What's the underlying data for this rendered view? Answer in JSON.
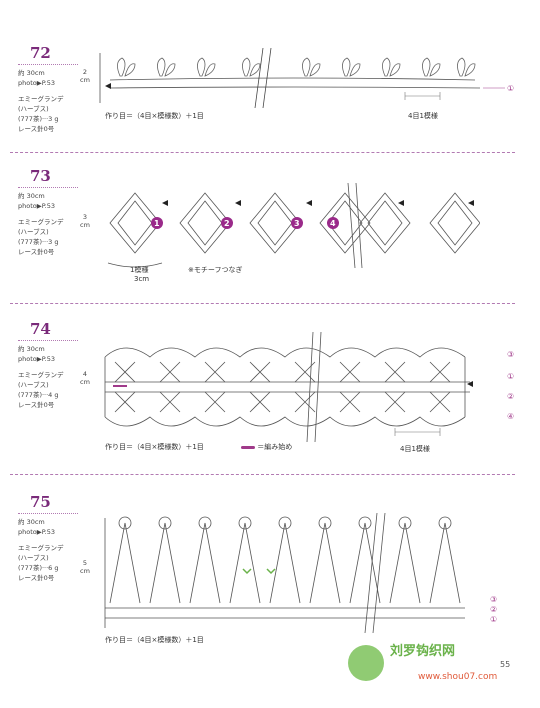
{
  "patterns": [
    {
      "number": "72",
      "length": "約 30cm",
      "photo": "photo▶P.53",
      "yarn": "エミーグランデ",
      "yarn_type": "(ハーブス)",
      "color": "(777茶)···3 g",
      "hook": "レース針0号",
      "height": "2 cm",
      "caption_start": "作り目＝（4目×模様数）＋1目",
      "caption_repeat": "4目1模様",
      "rows": [
        "①"
      ]
    },
    {
      "number": "73",
      "length": "約 30cm",
      "photo": "photo▶P.53",
      "yarn": "エミーグランデ",
      "yarn_type": "(ハーブス)",
      "color": "(777茶)···3 g",
      "hook": "レース針0号",
      "height": "3 cm",
      "caption_repeat": "1模様",
      "caption_repeat_size": "3cm",
      "caption_note": "※モチーフつなぎ",
      "motifs": [
        "1",
        "2",
        "3",
        "4"
      ]
    },
    {
      "number": "74",
      "length": "約 30cm",
      "photo": "photo▶P.53",
      "yarn": "エミーグランデ",
      "yarn_type": "(ハーブス)",
      "color": "(777茶)···4 g",
      "hook": "レース針0号",
      "height": "4 cm",
      "caption_start": "作り目＝（4目×模様数）＋1目",
      "caption_begin": "＝編み始め",
      "caption_repeat": "4目1模様",
      "rows": [
        "③",
        "①",
        "②",
        "④"
      ]
    },
    {
      "number": "75",
      "length": "約 30cm",
      "photo": "photo▶P.53",
      "yarn": "エミーグランデ",
      "yarn_type": "(ハーブス)",
      "color": "(777茶)···6 g",
      "hook": "レース針0号",
      "height": "5 cm",
      "caption_start": "作り目＝（4目×模様数）＋1目",
      "rows": [
        "③",
        "②",
        "①"
      ]
    }
  ],
  "page_number": "55",
  "watermark": "刘罗钩织网",
  "watermark_url": "www.shou07.com"
}
